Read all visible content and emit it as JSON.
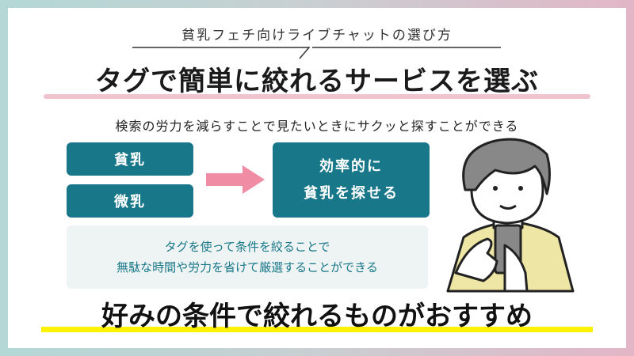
{
  "subtitle": "貧乳フェチ向けライブチャットの選び方",
  "title": "タグで簡単に絞れるサービスを選ぶ",
  "lead": "検索の労力を減らすことで見たいときにサクッと探すことができる",
  "tags": [
    "貧乳",
    "微乳"
  ],
  "result": [
    "効率的に",
    "貧乳を探せる"
  ],
  "note": [
    "タグを使って条件を絞ることで",
    "無駄な時間や労力を省けて厳選することができる"
  ],
  "conclusion": "好みの条件で絞れるものがおすすめ",
  "colors": {
    "teal": "#18788a",
    "pink": "#f08ca4",
    "underline": "#f0c4cf",
    "highlight": "#fff200"
  }
}
